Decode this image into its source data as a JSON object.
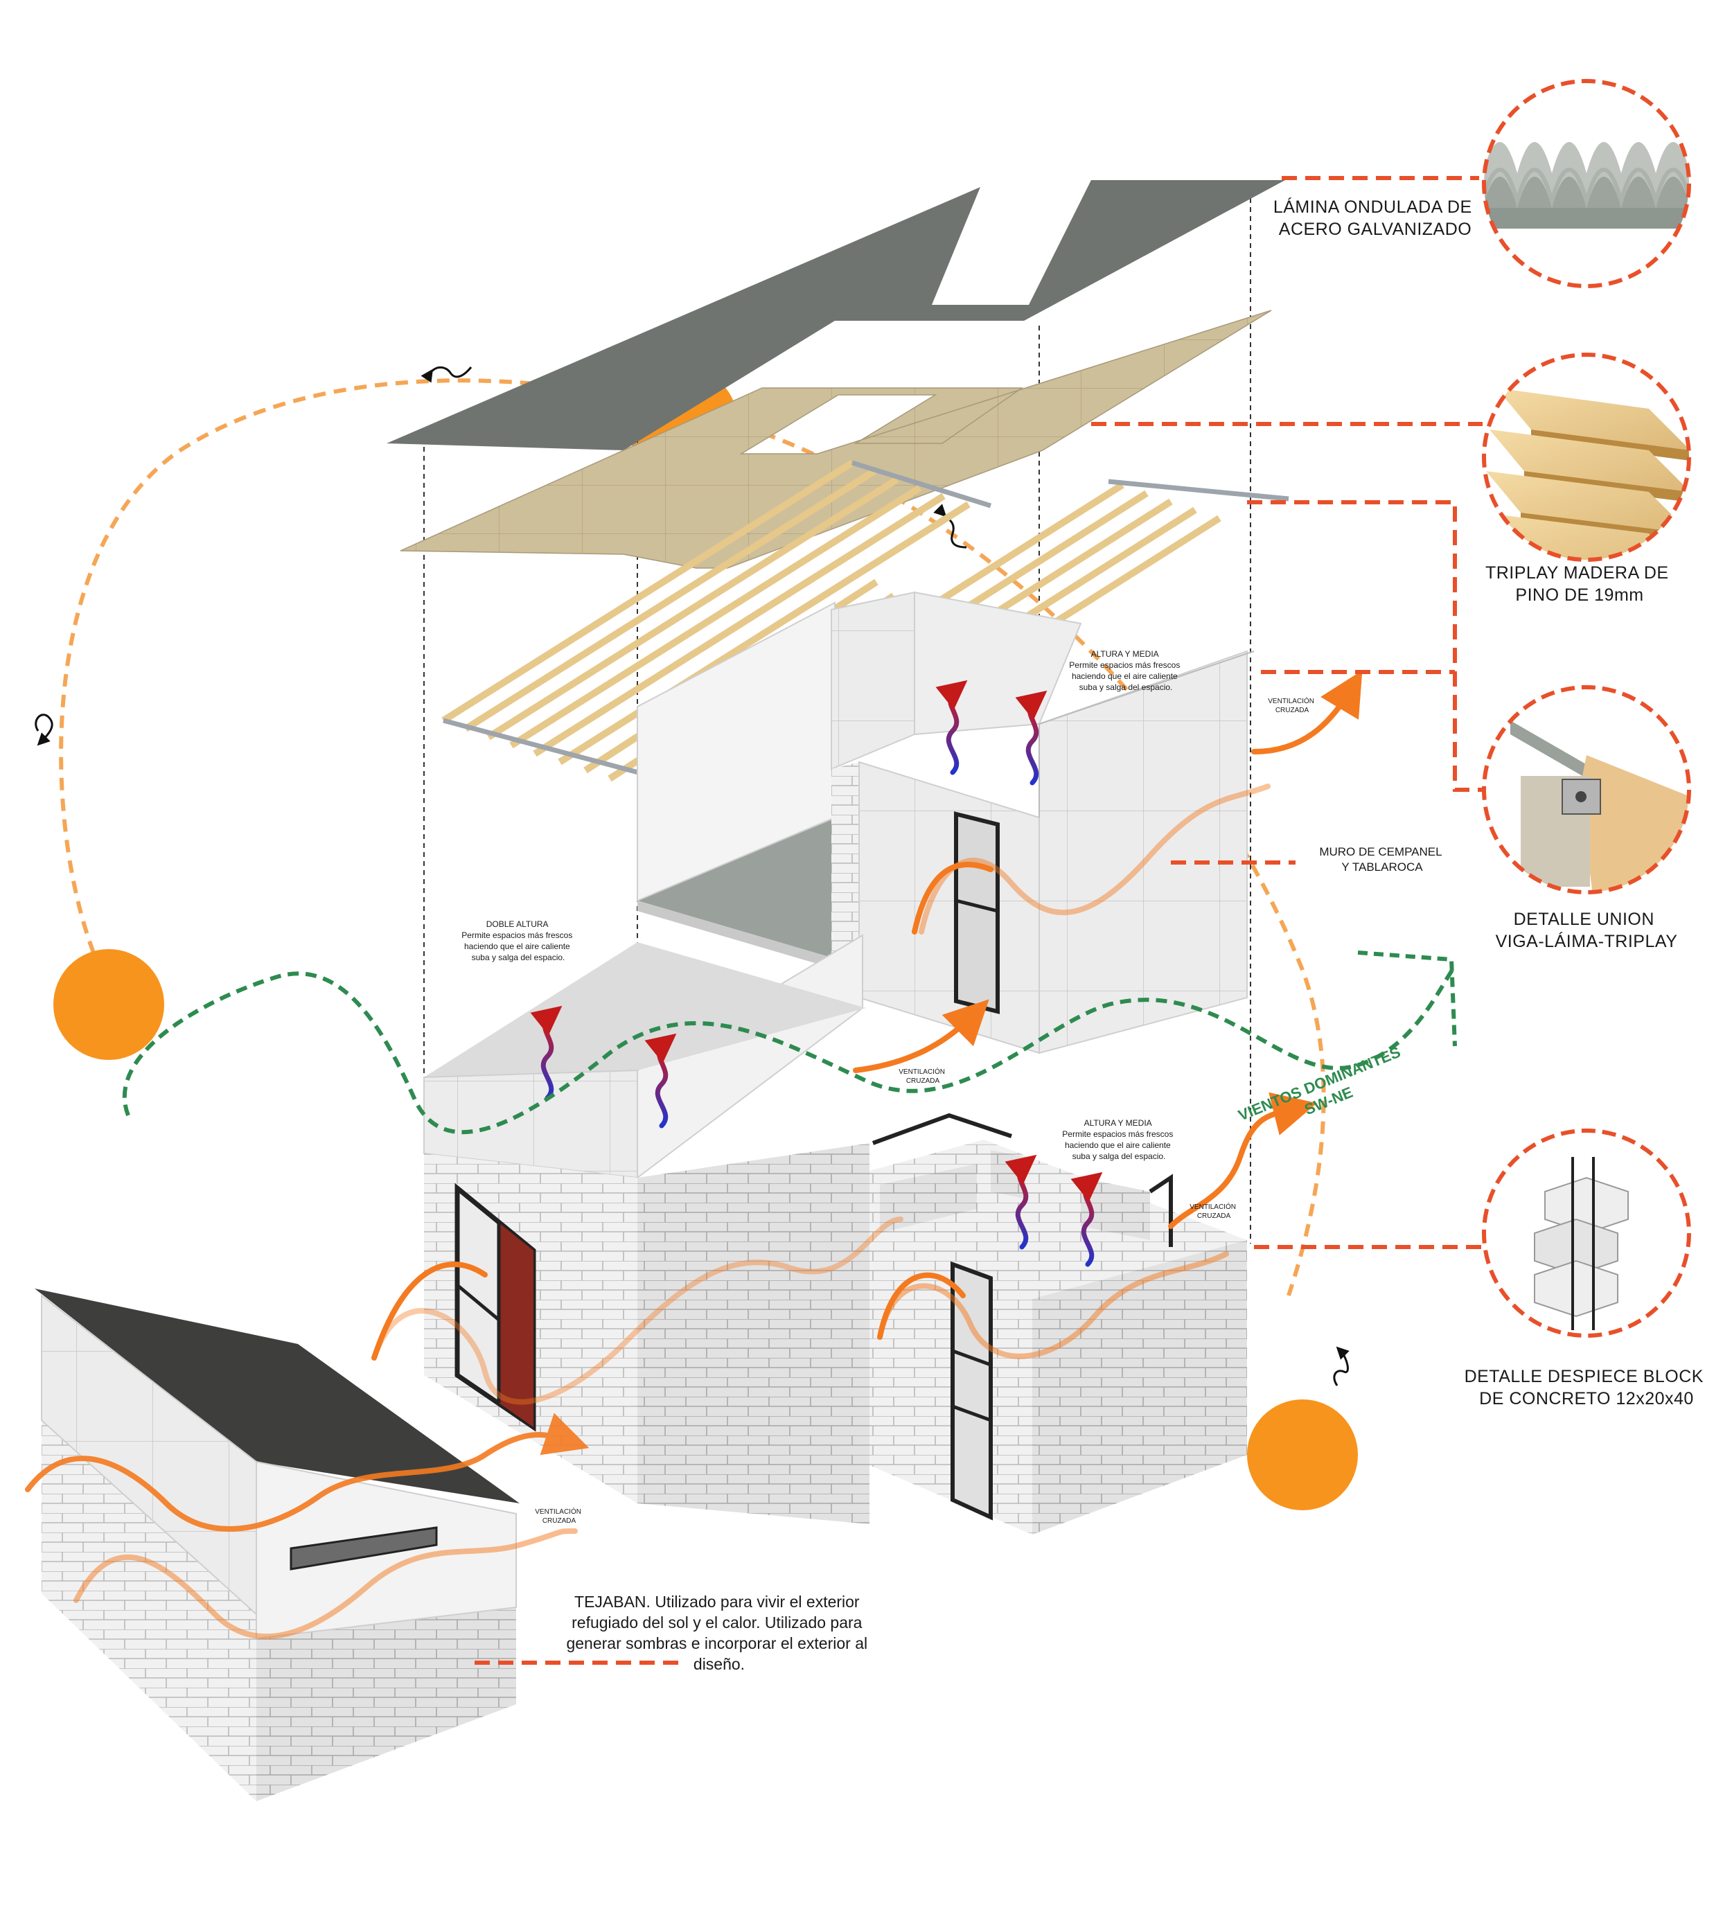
{
  "labels": {
    "lamina": [
      "LÁMINA ONDULADA DE",
      "ACERO GALVANIZADO"
    ],
    "triplay": [
      "TRIPLAY MADERA DE",
      "PINO DE 19mm"
    ],
    "detalle_union": [
      "DETALLE UNION",
      "VIGA-LÁIMA-TRIPLAY"
    ],
    "muro": [
      "MURO DE CEMPANEL",
      "Y TABLAROCA"
    ],
    "detalle_block": [
      "DETALLE DESPIECE BLOCK",
      "DE CONCRETO 12x20x40"
    ],
    "vientos": [
      "VIENTOS DOMINANTES",
      "SW-NE"
    ],
    "tejaban": [
      "TEJABAN. Utilizado para vivir el exterior",
      "refugiado del sol y el calor.  Utilizado para",
      "generar sombras e incorporar el exterior al",
      "diseño."
    ],
    "doble_altura": {
      "title": "DOBLE ALTURA",
      "body": [
        "Permite espacios más frescos",
        "haciendo que el aire caliente",
        "suba y salga del espacio."
      ]
    },
    "altura_media_top": {
      "title": "ALTURA Y MEDIA",
      "body": [
        "Permite espacios más frescos",
        "haciendo que el aire caliente",
        "suba y salga del espacio."
      ]
    },
    "altura_media_bottom": {
      "title": "ALTURA Y MEDIA",
      "body": [
        "Permite espacios más frescos",
        "haciendo que el aire caliente",
        "suba y salga del espacio."
      ]
    },
    "ventilacion": [
      "VENTILACIÓN",
      "CRUZADA"
    ]
  },
  "colors": {
    "sun": "#f7941d",
    "sun_path": "#f5a655",
    "leader": "#e8502a",
    "wind": "#2e8b4f",
    "air_arrow": "#f47a20",
    "roof_sheet": "#6f7470",
    "plywood": "#cbbd98",
    "wall": "#e9e9e9",
    "door": "#8b2a20"
  }
}
